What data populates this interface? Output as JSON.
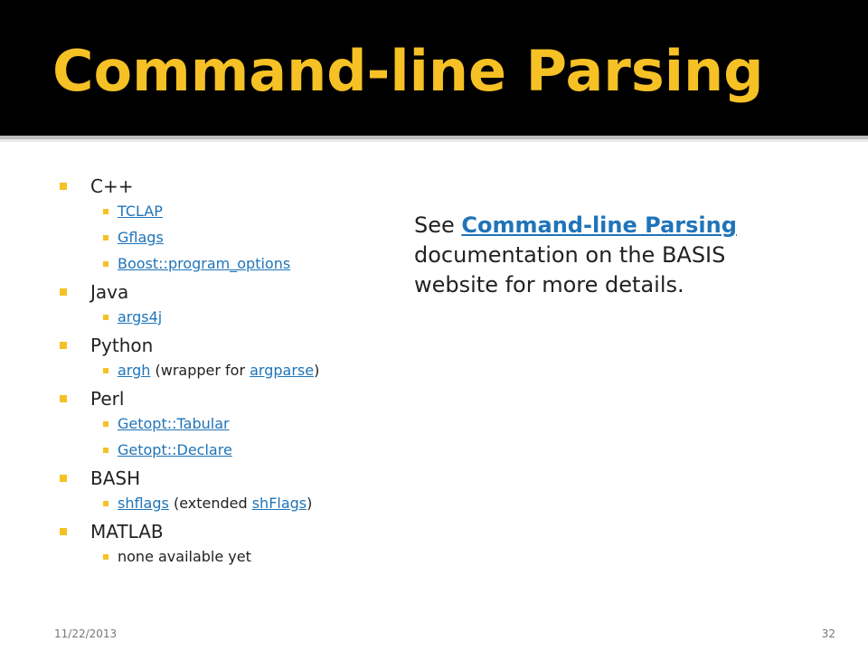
{
  "slide": {
    "title": "Command-line Parsing",
    "date": "11/22/2013",
    "page": "32"
  },
  "languages": [
    {
      "name": "C++",
      "items": [
        {
          "link": "TCLAP"
        },
        {
          "link": "Gflags"
        },
        {
          "link": "Boost::program_options"
        }
      ]
    },
    {
      "name": "Java",
      "items": [
        {
          "link": "args4j"
        }
      ]
    },
    {
      "name": "Python",
      "items": [
        {
          "link": "argh",
          "text": " (wrapper for ",
          "link2": "argparse",
          "text2": ")"
        }
      ]
    },
    {
      "name": "Perl",
      "items": [
        {
          "link": "Getopt::Tabular"
        },
        {
          "link": "Getopt::Declare"
        }
      ]
    },
    {
      "name": "BASH",
      "items": [
        {
          "link": "shflags",
          "text": " (extended ",
          "link2": "shFlags",
          "text2": ")"
        }
      ]
    },
    {
      "name": "MATLAB",
      "items": [
        {
          "text": "none available yet"
        }
      ]
    }
  ],
  "note": {
    "prefix": "See ",
    "link": "Command-line Parsing",
    "suffix": " documentation on the BASIS website for more details."
  },
  "colors": {
    "accent": "#f5c125",
    "link": "#1f74b9"
  }
}
